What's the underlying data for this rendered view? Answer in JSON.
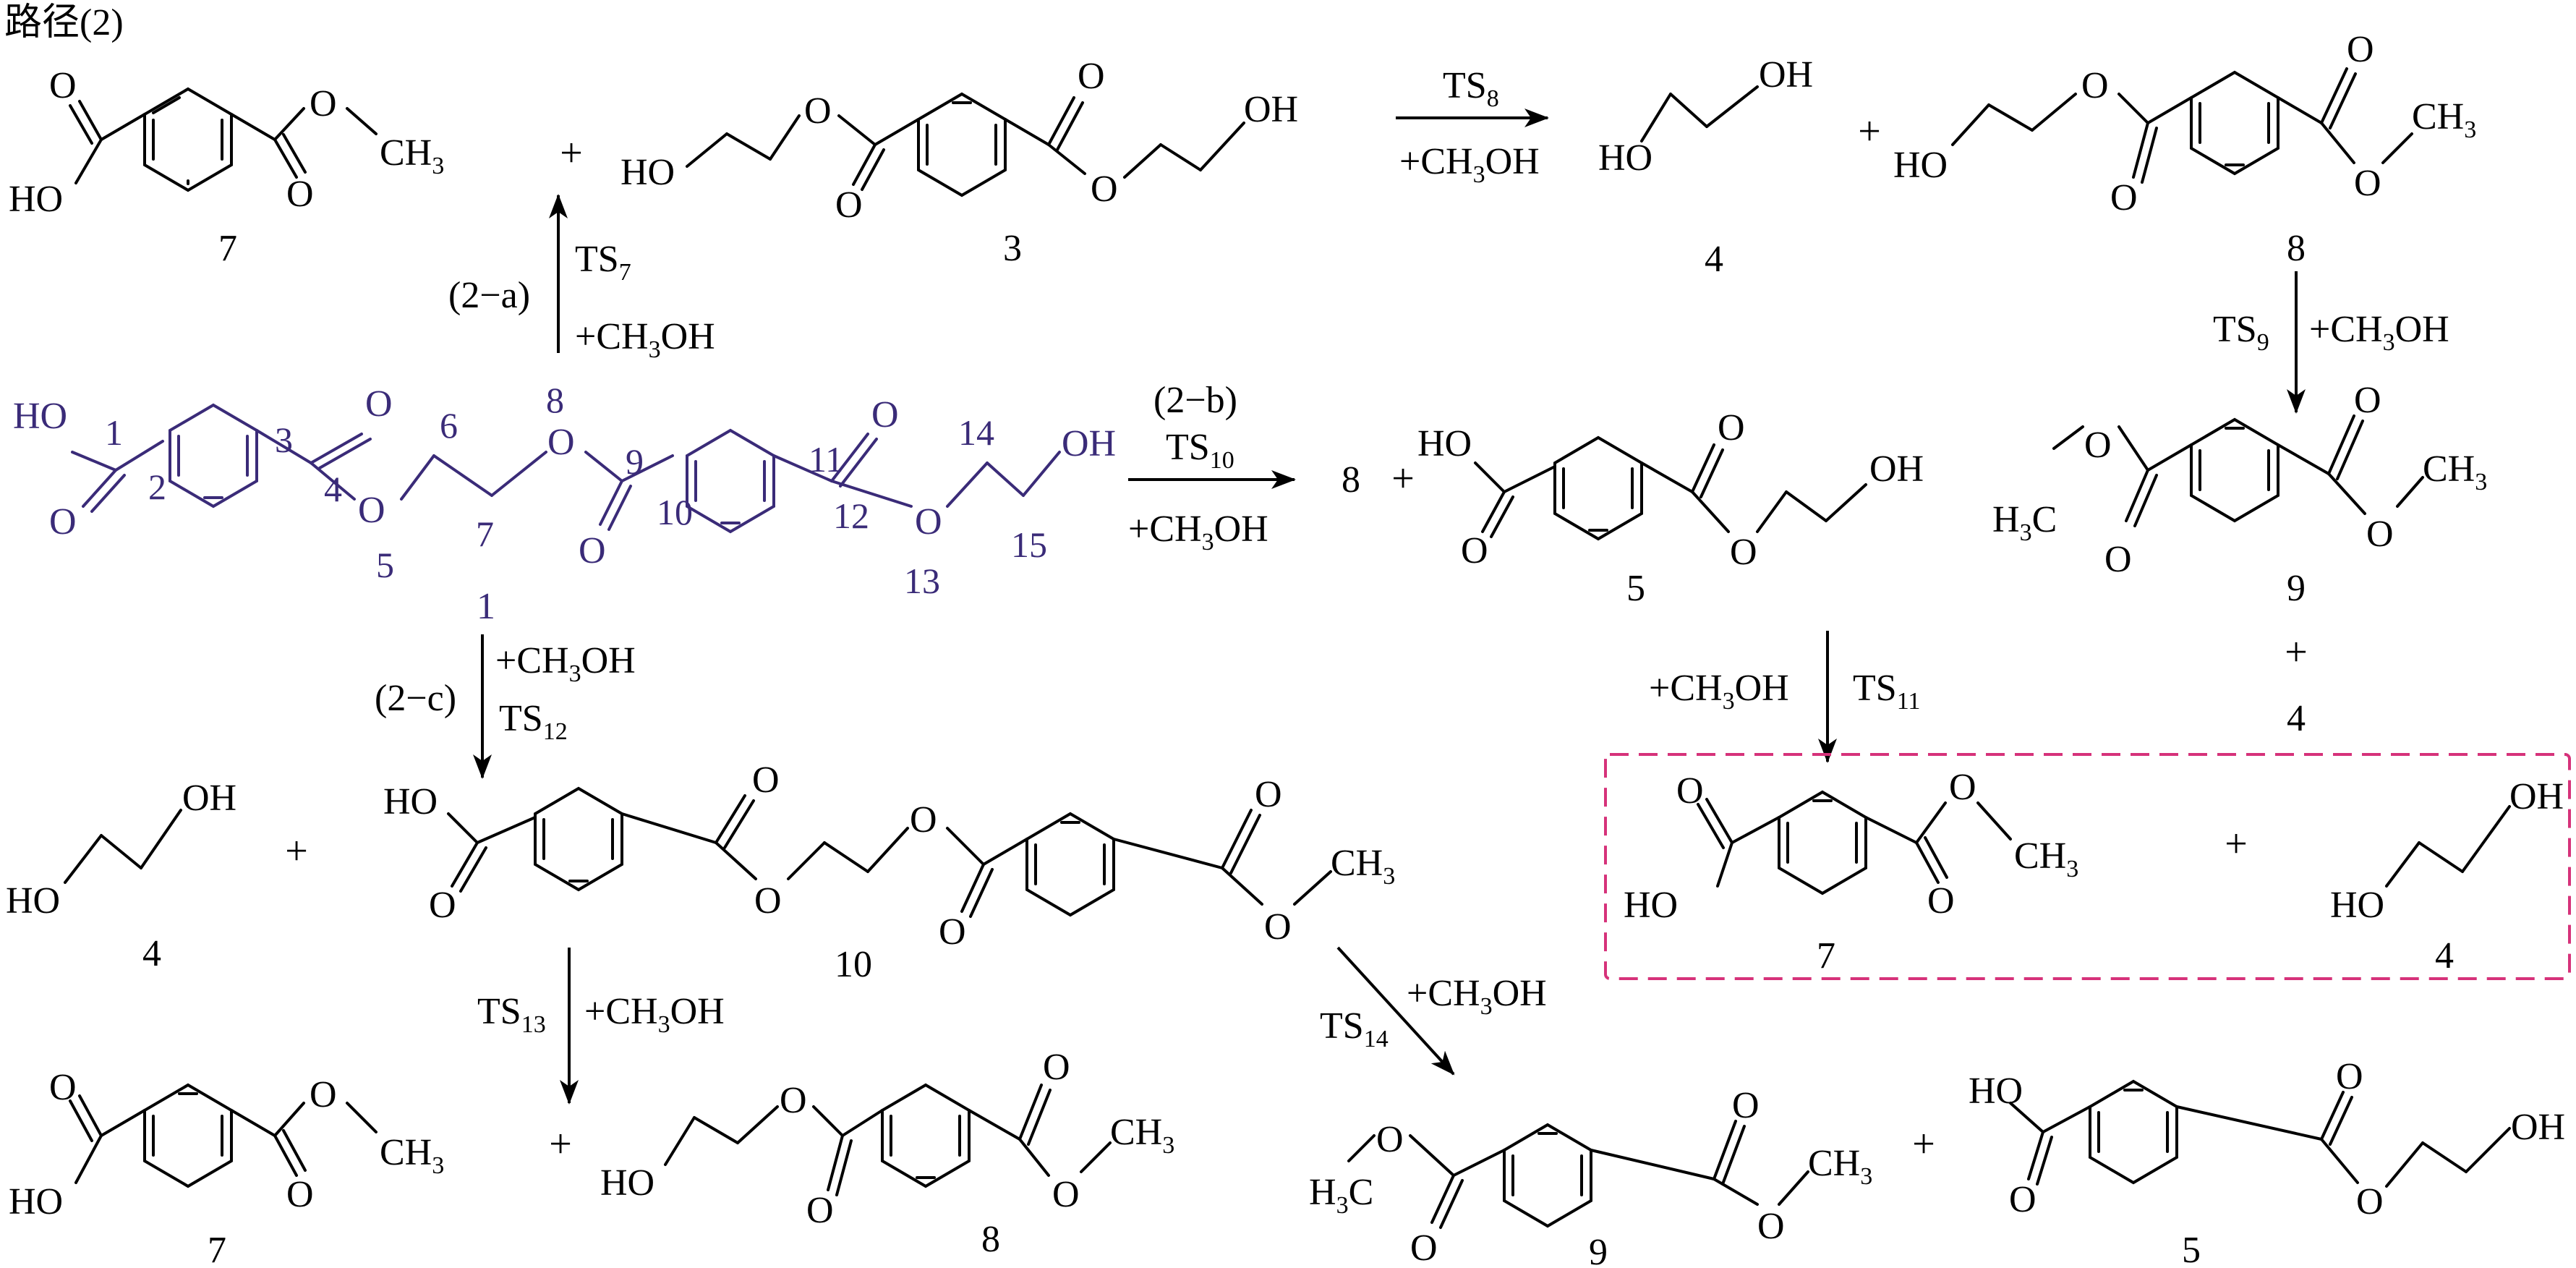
{
  "title": "路径(2)",
  "colors": {
    "ink": "#000000",
    "highlight": "#3a2b78",
    "box": "#d6327a"
  },
  "atoms": {
    "O": "O",
    "HO": "HO",
    "OH": "OH",
    "CH3": "CH",
    "H3C": "H",
    "sub3": "3",
    "sub_c": "C"
  },
  "atom_numbers": [
    "1",
    "2",
    "3",
    "4",
    "5",
    "6",
    "7",
    "8",
    "9",
    "10",
    "11",
    "12",
    "13",
    "14",
    "15"
  ],
  "compounds": {
    "c1": "1",
    "c3": "3",
    "c4": "4",
    "c5": "5",
    "c7": "7",
    "c8": "8",
    "c9": "9",
    "c10": "10"
  },
  "plus": "+",
  "reactions": {
    "r2a": {
      "path": "(2−a)",
      "ts": "TS",
      "sub": "7",
      "reagent": "+CH",
      "reagent_tail": "OH"
    },
    "r8": {
      "ts": "TS",
      "sub": "8",
      "reagent": "+CH",
      "reagent_tail": "OH"
    },
    "r2b": {
      "path": "(2−b)",
      "ts": "TS",
      "sub": "10",
      "reagent": "+CH",
      "reagent_tail": "OH"
    },
    "r9": {
      "ts": "TS",
      "sub": "9",
      "reagent": "+CH",
      "reagent_tail": "OH"
    },
    "r11": {
      "ts": "TS",
      "sub": "11",
      "reagent": "+CH",
      "reagent_tail": "OH"
    },
    "r2c": {
      "path": "(2−c)",
      "ts": "TS",
      "sub": "12",
      "reagent": "+CH",
      "reagent_tail": "OH"
    },
    "r13": {
      "ts": "TS",
      "sub": "13",
      "reagent": "+CH",
      "reagent_tail": "OH"
    },
    "r14": {
      "ts": "TS",
      "sub": "14",
      "reagent": "+CH",
      "reagent_tail": "OH"
    }
  }
}
